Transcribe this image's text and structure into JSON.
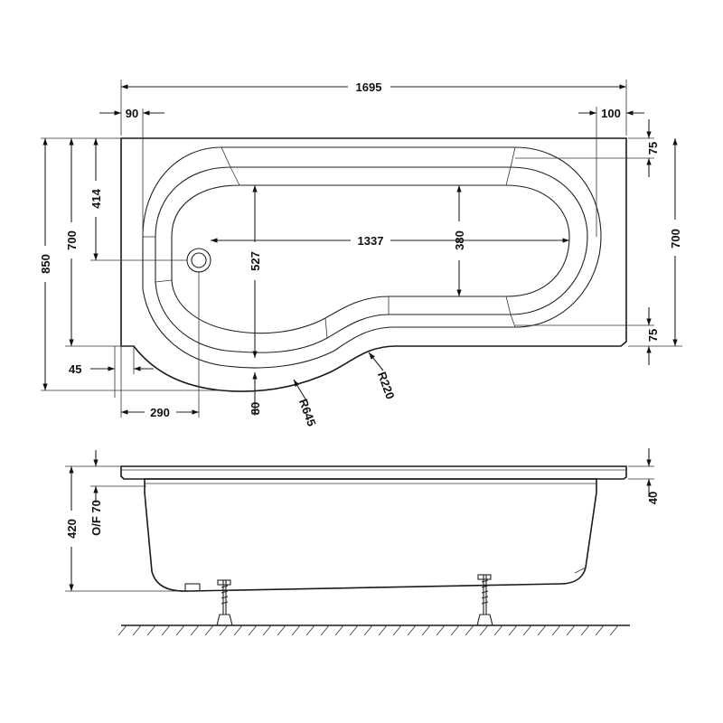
{
  "plan_view": {
    "overall_length": "1695",
    "left_offset": "90",
    "right_offset": "100",
    "top_rim": "75",
    "bottom_rim": "75",
    "overall_width": "850",
    "left_width": "700",
    "right_width": "700",
    "waste_position": "414",
    "inner_length": "1337",
    "inner_depth": "527",
    "inner_depth_right": "380",
    "corner_offset": "45",
    "curve_start": "290",
    "curve_offset": "80",
    "radius_large": "R645",
    "radius_small": "R220"
  },
  "side_view": {
    "height": "420",
    "overflow": "O/F 70",
    "rim_thickness": "40"
  }
}
